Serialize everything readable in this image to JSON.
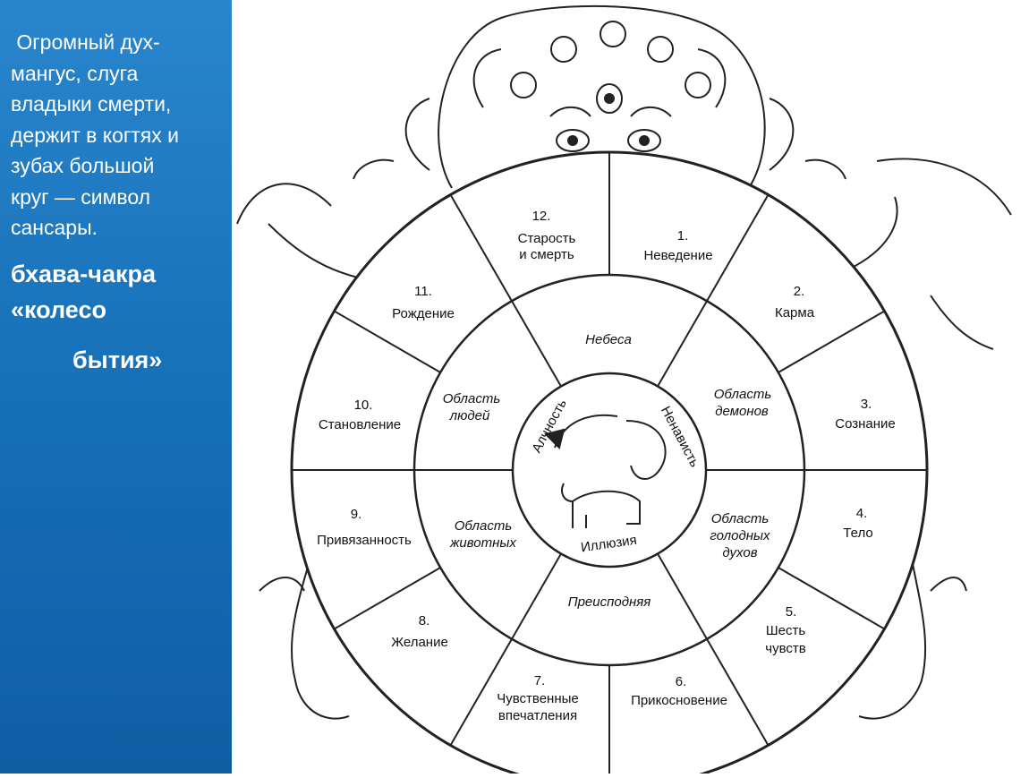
{
  "panel": {
    "caption_lines": [
      " Огромный дух-",
      "мангус, слуга",
      "владыки смерти,",
      "держит в когтях и",
      "зубах большой",
      "круг — символ",
      "сансары."
    ],
    "title_line1": "бхава-чакра",
    "title_line2": "«колесо",
    "title_line3": "бытия»",
    "background_color": "#1a75bd",
    "text_color": "#ffffff"
  },
  "wheel": {
    "outer": [
      {
        "num": "1.",
        "lines": [
          "Неведение"
        ]
      },
      {
        "num": "2.",
        "lines": [
          "Карма"
        ]
      },
      {
        "num": "3.",
        "lines": [
          "Сознание"
        ]
      },
      {
        "num": "4.",
        "lines": [
          "Тело"
        ]
      },
      {
        "num": "5.",
        "lines": [
          "Шесть",
          "чувств"
        ]
      },
      {
        "num": "6.",
        "lines": [
          "Прикосновение"
        ]
      },
      {
        "num": "7.",
        "lines": [
          "Чувственные",
          "впечатления"
        ]
      },
      {
        "num": "8.",
        "lines": [
          "Желание"
        ]
      },
      {
        "num": "9.",
        "lines": [
          "Привязанность"
        ]
      },
      {
        "num": "10.",
        "lines": [
          "Становление"
        ]
      },
      {
        "num": "11.",
        "lines": [
          "Рождение"
        ]
      },
      {
        "num": "12.",
        "lines": [
          "Старость",
          "и смерть"
        ]
      }
    ],
    "realms": {
      "heavens": "Небеса",
      "demons": [
        "Область",
        "демонов"
      ],
      "hungry_ghosts": [
        "Область",
        "голодных",
        "духов"
      ],
      "underworld": "Преисподняя",
      "animals": [
        "Область",
        "животных"
      ],
      "humans": [
        "Область",
        "людей"
      ]
    },
    "center": {
      "greed": "Алчность",
      "hatred": "Ненависть",
      "illusion": "Иллюзия"
    }
  }
}
